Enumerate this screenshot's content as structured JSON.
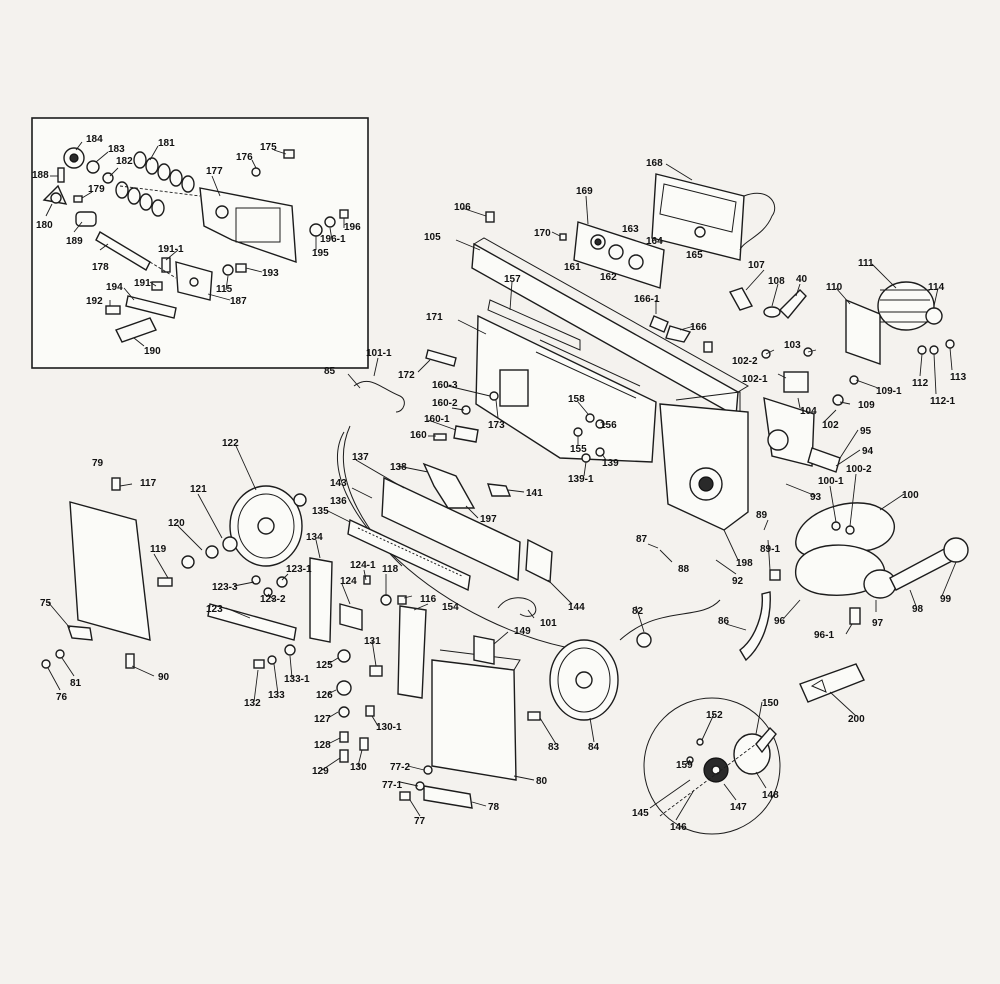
{
  "diagram": {
    "callouts": [
      {
        "id": "184"
      },
      {
        "id": "183"
      },
      {
        "id": "181"
      },
      {
        "id": "182"
      },
      {
        "id": "188"
      },
      {
        "id": "179"
      },
      {
        "id": "180"
      },
      {
        "id": "189"
      },
      {
        "id": "178"
      },
      {
        "id": "177"
      },
      {
        "id": "176"
      },
      {
        "id": "175"
      },
      {
        "id": "196"
      },
      {
        "id": "196-1"
      },
      {
        "id": "195"
      },
      {
        "id": "191-1"
      },
      {
        "id": "191"
      },
      {
        "id": "193"
      },
      {
        "id": "194"
      },
      {
        "id": "115"
      },
      {
        "id": "192"
      },
      {
        "id": "187"
      },
      {
        "id": "190"
      },
      {
        "id": "168"
      },
      {
        "id": "169"
      },
      {
        "id": "106"
      },
      {
        "id": "170"
      },
      {
        "id": "163"
      },
      {
        "id": "164"
      },
      {
        "id": "105"
      },
      {
        "id": "161"
      },
      {
        "id": "162"
      },
      {
        "id": "165"
      },
      {
        "id": "107"
      },
      {
        "id": "108"
      },
      {
        "id": "40"
      },
      {
        "id": "111"
      },
      {
        "id": "110"
      },
      {
        "id": "114"
      },
      {
        "id": "157"
      },
      {
        "id": "166-1"
      },
      {
        "id": "166"
      },
      {
        "id": "171"
      },
      {
        "id": "101-1"
      },
      {
        "id": "102-2"
      },
      {
        "id": "103"
      },
      {
        "id": "112"
      },
      {
        "id": "113"
      },
      {
        "id": "172"
      },
      {
        "id": "102-1"
      },
      {
        "id": "109-1"
      },
      {
        "id": "112-1"
      },
      {
        "id": "85"
      },
      {
        "id": "160-3"
      },
      {
        "id": "158"
      },
      {
        "id": "104"
      },
      {
        "id": "109"
      },
      {
        "id": "160-2"
      },
      {
        "id": "173"
      },
      {
        "id": "156"
      },
      {
        "id": "102"
      },
      {
        "id": "95"
      },
      {
        "id": "160-1"
      },
      {
        "id": "160"
      },
      {
        "id": "155"
      },
      {
        "id": "139"
      },
      {
        "id": "94"
      },
      {
        "id": "122"
      },
      {
        "id": "137"
      },
      {
        "id": "138"
      },
      {
        "id": "139-1"
      },
      {
        "id": "100-1"
      },
      {
        "id": "100-2"
      },
      {
        "id": "79"
      },
      {
        "id": "143"
      },
      {
        "id": "141"
      },
      {
        "id": "93"
      },
      {
        "id": "100"
      },
      {
        "id": "117"
      },
      {
        "id": "121"
      },
      {
        "id": "136"
      },
      {
        "id": "135"
      },
      {
        "id": "197"
      },
      {
        "id": "120"
      },
      {
        "id": "134"
      },
      {
        "id": "89"
      },
      {
        "id": "89-1"
      },
      {
        "id": "119"
      },
      {
        "id": "87"
      },
      {
        "id": "198"
      },
      {
        "id": "88"
      },
      {
        "id": "124-1"
      },
      {
        "id": "123-1"
      },
      {
        "id": "123-3"
      },
      {
        "id": "124"
      },
      {
        "id": "118"
      },
      {
        "id": "123-2"
      },
      {
        "id": "92"
      },
      {
        "id": "99"
      },
      {
        "id": "116"
      },
      {
        "id": "144"
      },
      {
        "id": "154"
      },
      {
        "id": "75"
      },
      {
        "id": "123"
      },
      {
        "id": "101"
      },
      {
        "id": "82"
      },
      {
        "id": "86"
      },
      {
        "id": "96"
      },
      {
        "id": "97"
      },
      {
        "id": "98"
      },
      {
        "id": "131"
      },
      {
        "id": "149"
      },
      {
        "id": "96-1"
      },
      {
        "id": "81"
      },
      {
        "id": "133-1"
      },
      {
        "id": "125"
      },
      {
        "id": "90"
      },
      {
        "id": "76"
      },
      {
        "id": "126"
      },
      {
        "id": "132"
      },
      {
        "id": "133"
      },
      {
        "id": "127"
      },
      {
        "id": "130-1"
      },
      {
        "id": "200"
      },
      {
        "id": "152"
      },
      {
        "id": "150"
      },
      {
        "id": "128"
      },
      {
        "id": "83"
      },
      {
        "id": "84"
      },
      {
        "id": "129"
      },
      {
        "id": "130"
      },
      {
        "id": "159"
      },
      {
        "id": "77-2"
      },
      {
        "id": "80"
      },
      {
        "id": "148"
      },
      {
        "id": "77-1"
      },
      {
        "id": "78"
      },
      {
        "id": "147"
      },
      {
        "id": "145"
      },
      {
        "id": "77"
      },
      {
        "id": "146"
      }
    ]
  }
}
